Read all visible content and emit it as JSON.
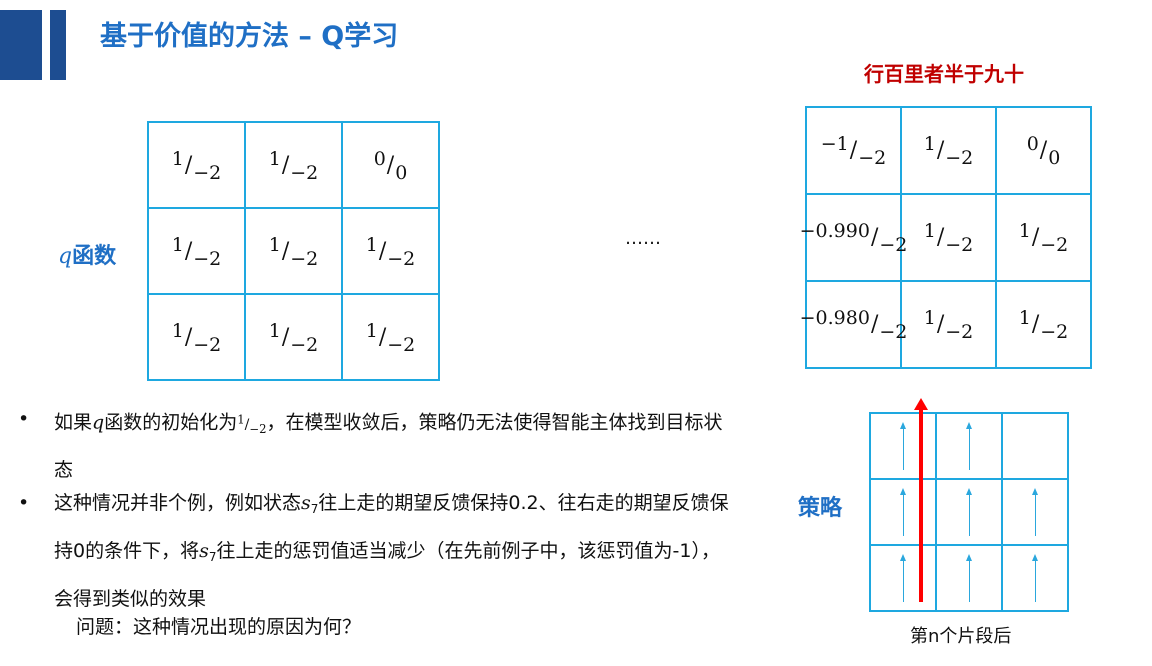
{
  "title": "基于价值的方法 – Q学习",
  "motto": "行百里者半于九十",
  "q_label_var": "q",
  "q_label": "函数",
  "ellipsis": "……",
  "left_grid": [
    [
      {
        "n": "1",
        "d": "−2"
      },
      {
        "n": "1",
        "d": "−2"
      },
      {
        "n": "0",
        "d": "0"
      }
    ],
    [
      {
        "n": "1",
        "d": "−2"
      },
      {
        "n": "1",
        "d": "−2"
      },
      {
        "n": "1",
        "d": "−2"
      }
    ],
    [
      {
        "n": "1",
        "d": "−2"
      },
      {
        "n": "1",
        "d": "−2"
      },
      {
        "n": "1",
        "d": "−2"
      }
    ]
  ],
  "right_grid": [
    [
      {
        "n": "−1",
        "d": "−2"
      },
      {
        "n": "1",
        "d": "−2"
      },
      {
        "n": "0",
        "d": "0"
      }
    ],
    [
      {
        "n": "−0.990",
        "d": "−2"
      },
      {
        "n": "1",
        "d": "−2"
      },
      {
        "n": "1",
        "d": "−2"
      }
    ],
    [
      {
        "n": "−0.980",
        "d": "−2"
      },
      {
        "n": "1",
        "d": "−2"
      },
      {
        "n": "1",
        "d": "−2"
      }
    ]
  ],
  "policy_label": "策略",
  "policy_caption": "第n个片段后",
  "policy_arrows": [
    [
      "up",
      "up",
      "none"
    ],
    [
      "up",
      "up",
      "up"
    ],
    [
      "up",
      "up",
      "up"
    ]
  ],
  "bullets": {
    "b1_a": "如果",
    "b1_var": "q",
    "b1_b": "函数的初始化为",
    "b1_n": "1",
    "b1_d": "−2",
    "b1_c": "，在模型收敛后，策略仍无法使得智能主体找到目标状态",
    "b2_a": "这种情况并非个例，例如状态",
    "b2_s": "s",
    "b2_sub": "7",
    "b2_b": "往上走的期望反馈保持0.2、往右走的期望反馈保持0的条件下，将",
    "b2_c": "往上走的惩罚值适当减少（在先前例子中，该惩罚值为-1），会得到类似的效果",
    "question": "问题：这种情况出现的原因为何？"
  },
  "colors": {
    "title": "#1f6fc5",
    "motto": "#c00000",
    "grid": "#1ea8e0",
    "red_arrow": "#ff0000"
  }
}
